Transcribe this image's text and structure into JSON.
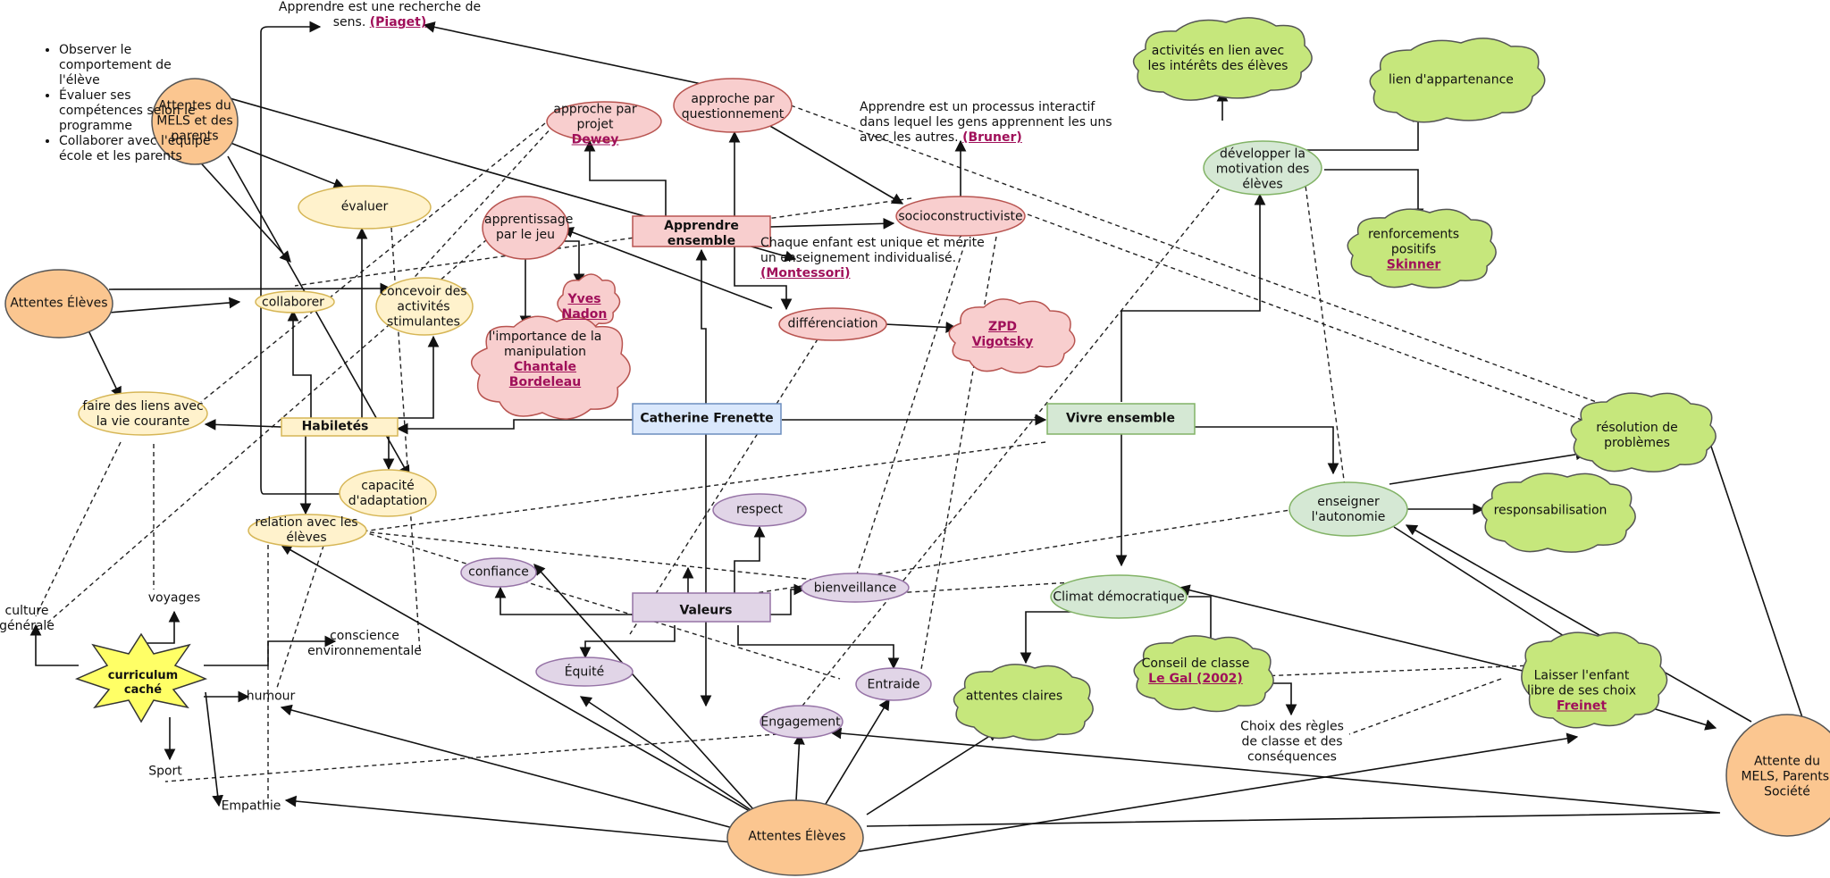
{
  "center": "Catherine Frenette",
  "hubs": {
    "apprendre": "Apprendre ensemble",
    "vivre": "Vivre ensemble",
    "habiletes": "Habiletés",
    "valeurs": "Valeurs"
  },
  "attentes": {
    "mels_parents": "Attentes du MELS et des parents",
    "eleves_left": "Attentes Élèves",
    "eleves_bottom": "Attentes Élèves",
    "mels_societe": "Attente du MELS, Parents, Société"
  },
  "mels_list": [
    "Observer le comportement de l'élève",
    "Évaluer ses compétences selon le programme",
    "Collaborer avec l'équipe école et les parents"
  ],
  "apprendre_nodes": {
    "approche_projet": "approche par projet",
    "dewey": "Dewey",
    "approche_question": "approche par questionnement",
    "socio": "socioconstructiviste",
    "jeu": "apprentissage par le jeu",
    "differenciation": "différenciation",
    "yves": "Yves",
    "nadon": "Nadon",
    "manipulation": "l'importance de la manipulation",
    "bordeleau": "Chantale Bordeleau",
    "zpd": "ZPD",
    "vigotsky": "Vigotsky"
  },
  "quotes": {
    "piaget_text": "Apprendre est une recherche de sens.",
    "piaget": "(Piaget)",
    "bruner_text": "Apprendre est un processus interactif dans lequel les gens apprennent les uns avec les autres.",
    "bruner": "(Bruner)",
    "montessori_text": "Chaque enfant est unique et mérite un enseignement individualisé.",
    "montessori": "(Montessori)"
  },
  "habiletes_nodes": {
    "evaluer": "évaluer",
    "collaborer": "collaborer",
    "concevoir": "concevoir des activités stimulantes",
    "liens": "faire des liens avec la vie courante",
    "capacite": "capacité d'adaptation",
    "relation": "relation avec les élèves"
  },
  "valeurs_nodes": {
    "respect": "respect",
    "confiance": "confiance",
    "bienveillance": "bienveillance",
    "equite": "Équité",
    "entraide": "Entraide",
    "engagement": "Engagement"
  },
  "vivre_nodes": {
    "activites": "activités en lien avec les intérêts des élèves",
    "appartenance": "lien d'appartenance",
    "motivation": "développer la motivation des élèves",
    "renforcements": "renforcements positifs",
    "skinner": "Skinner",
    "resolution": "résolution de problèmes",
    "autonomie": "enseigner l'autonomie",
    "responsabilisation": "responsabilisation",
    "climat": "Climat démocratique",
    "conseil": "Conseil de classe",
    "legal": "Le Gal (2002)",
    "attentes_claires": "attentes claires",
    "laisser": "Laisser l'enfant libre de ses choix",
    "freinet": "Freinet",
    "regles": "Choix des règles de classe et des conséquences"
  },
  "cache_nodes": {
    "curriculum": "curriculum caché",
    "culture": "culture générale",
    "voyages": "voyages",
    "conscience": "conscience environnementale",
    "humour": "humour",
    "sport": "Sport",
    "empathie": "Empathie"
  },
  "colors": {
    "orange": "#fbc690",
    "pink": "#f8cece",
    "yellow": "#fff2cc",
    "green_light": "#d5e8d4",
    "green_cloud": "#c6e77c",
    "purple": "#e1d5e7",
    "blue": "#dae8fc",
    "star": "#ffff66",
    "link": "#a0105a"
  }
}
